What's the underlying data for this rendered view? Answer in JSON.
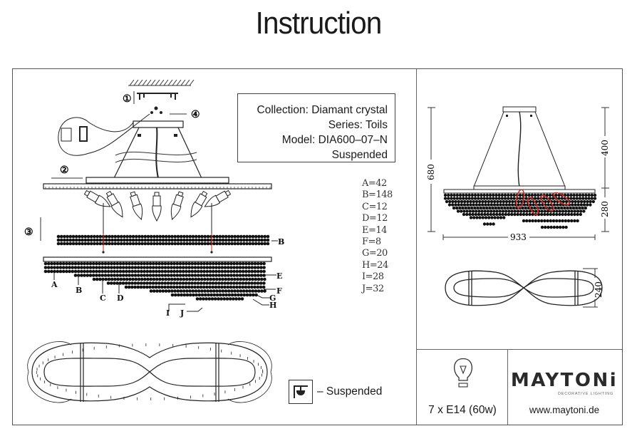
{
  "page": {
    "title": "Instruction"
  },
  "product_info": {
    "collection": "Collection: Diamant crystal",
    "series": "Series: Toils",
    "model": "Model: DIA600–07–N",
    "type": "Suspended"
  },
  "assembly_steps": {
    "step_1": "①",
    "step_2": "②",
    "step_3": "③",
    "step_4": "④"
  },
  "crystal_codes": [
    {
      "label": "A=42"
    },
    {
      "label": "B=148"
    },
    {
      "label": "C=12"
    },
    {
      "label": "D=12"
    },
    {
      "label": "E=14"
    },
    {
      "label": "F=8"
    },
    {
      "label": "G=20"
    },
    {
      "label": "H=24"
    },
    {
      "label": "I=28"
    },
    {
      "label": "J=32"
    }
  ],
  "crystal_row_labels": {
    "side_b": "B",
    "a": "A",
    "b": "B",
    "c": "C",
    "d": "D",
    "e": "E",
    "f": "F",
    "g": "G",
    "h": "H",
    "i": "I",
    "j": "J"
  },
  "dimensions": {
    "total_height": "680",
    "cable_height": "400",
    "body_height": "280",
    "width": "933",
    "depth": "240"
  },
  "mounting": {
    "icon": "suspended-mount-icon",
    "label": "– Suspended"
  },
  "bulb": {
    "icon": "light-bulb-icon",
    "spec": "7 x E14 (60w)"
  },
  "brand": {
    "name": "MAYTONi",
    "tagline": "DECORATIVE LIGHTING",
    "url": "www.maytoni.de"
  },
  "colors": {
    "frame": "#555555",
    "text": "#1a1a1a",
    "accent_red": "#d62a1e"
  }
}
